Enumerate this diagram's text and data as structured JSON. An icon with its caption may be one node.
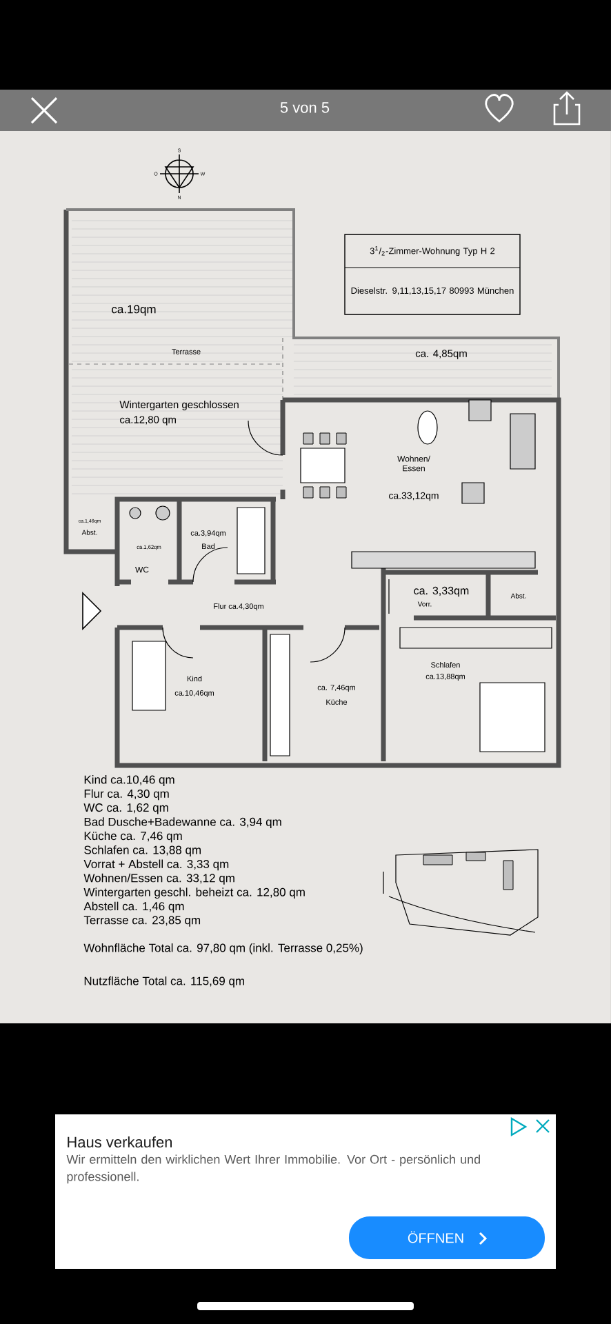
{
  "diagram": {
    "nodes": [
      {
        "text": [
          "3$^{1}$/$_{2}$-Zimmer-Wohnung Typ H 2",
          "Dieselstr. 9,11,13,15,17 80993 München"
        ]
      },
      {
        "text": [
          "Haus verkaufen",
          "Wir ermitteln den wirklichen Wert Ihrer Immobilie. Vor Ort - persönlich und professionell."
        ]
      },
      {
        "text": [
          "ÖFFNEN"
        ],
        "in": 1
      }
    ],
    "labels": [
      "5 von 5",
      "S",
      "O",
      "W",
      "N",
      "ca.19qm",
      "Terrasse",
      "ca. 4,85qm",
      "Wintergarten geschlossen",
      "ca.12,80 qm",
      "Wohnen/ Essen",
      "ca.33,12qm",
      "ca.1,46qm",
      "Abst.",
      "ca.1,62qm",
      "WC",
      "ca.3,94qm",
      "Bad",
      "Flur ca.4,30qm",
      "ca. 3,33qm",
      "Vorr.",
      "Abst.",
      "Kind",
      "ca.10,46qm",
      "ca. 7,46qm",
      "Küche",
      "Schlafen",
      "ca.13,88qm",
      "Kind ca.10,46 qm",
      "Flur ca. 4,30 qm",
      "WC ca. 1,62 qm",
      "Bad Dusche+Badewanne ca. 3,94 qm",
      "Küche ca. 7,46 qm",
      "Schlafen ca. 13,88 qm",
      "Vorrat + Abstell ca. 3,33 qm",
      "Wohnen/Essen ca. 33,12 qm",
      "Wintergarten geschl. beheizt ca. 12,80 qm",
      "Abstell ca. 1,46 qm",
      "Terrasse ca. 23,85 qm",
      "Wohnfläche Total ca. 97,80 qm (inkl. Terrasse 0,25%)",
      "Nutzfläche Total ca. 115,69 qm"
    ]
  }
}
